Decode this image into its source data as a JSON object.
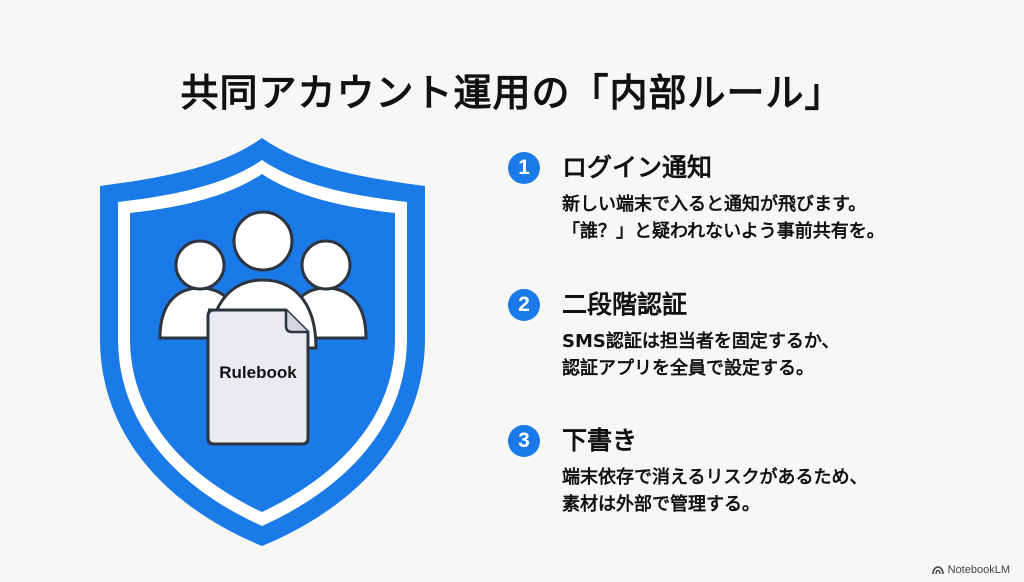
{
  "slide": {
    "title": "共同アカウント運用の「内部ルール」",
    "illustration": {
      "type": "shield-with-people-and-document",
      "document_label": "Rulebook",
      "colors": {
        "shield": "#1a7ae8",
        "shield_inner_stripe": "#ffffff",
        "document": "#e9ebf0",
        "outline": "#2b3440"
      }
    },
    "items": [
      {
        "number": "1",
        "title": "ログイン通知",
        "lines": [
          "新しい端末で入ると通知が飛びます。",
          "「誰？」と疑われないよう事前共有を。"
        ]
      },
      {
        "number": "2",
        "title": "二段階認証",
        "lines": [
          "SMS認証は担当者を固定するか、",
          "認証アプリを全員で設定する。"
        ]
      },
      {
        "number": "3",
        "title": "下書き",
        "lines": [
          "端末依存で消えるリスクがあるため、",
          "素材は外部で管理する。"
        ]
      }
    ],
    "accent_color": "#1a7ae8"
  },
  "watermark": {
    "label": "NotebookLM",
    "icon": "notebooklm-logo-icon"
  }
}
